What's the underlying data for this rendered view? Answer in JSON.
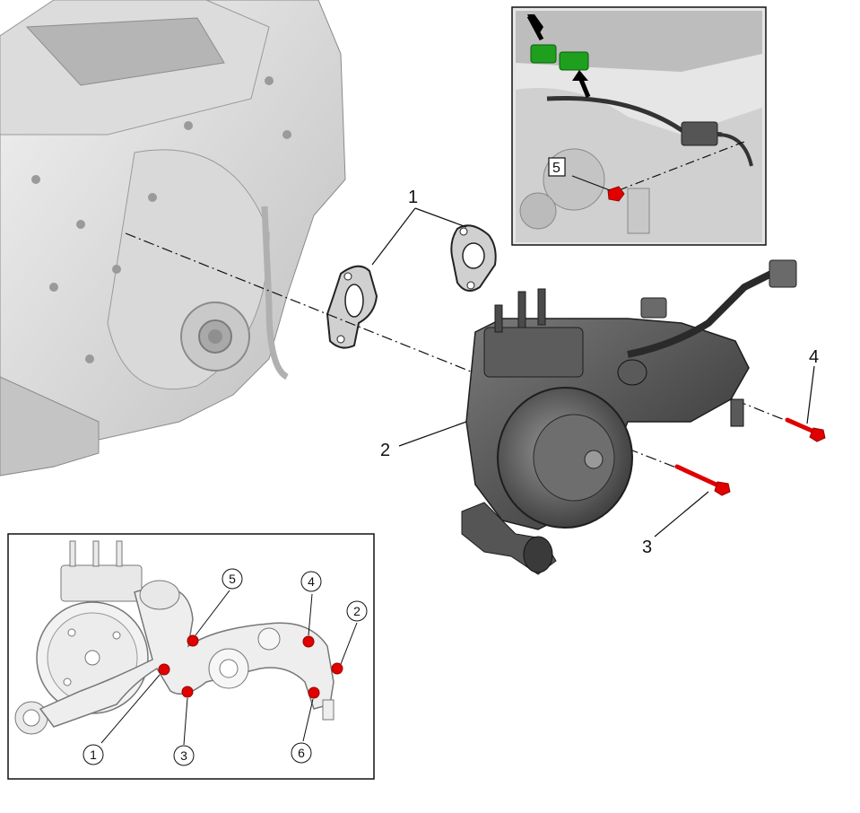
{
  "main_callouts": {
    "gasket": "1",
    "water_pump": "2",
    "bolt_front": "3",
    "bolt_rear": "4"
  },
  "detail_top": {
    "bolt_label": "5"
  },
  "detail_bottom": {
    "labels": [
      "1",
      "2",
      "3",
      "4",
      "5",
      "6"
    ]
  },
  "colors": {
    "bolt": "#e00000",
    "connector": "#1ea01e",
    "engine_light": "#e9e9e9",
    "engine_mid": "#cfcfcf",
    "pump_dark": "#4a4a4a",
    "line": "#111111"
  }
}
